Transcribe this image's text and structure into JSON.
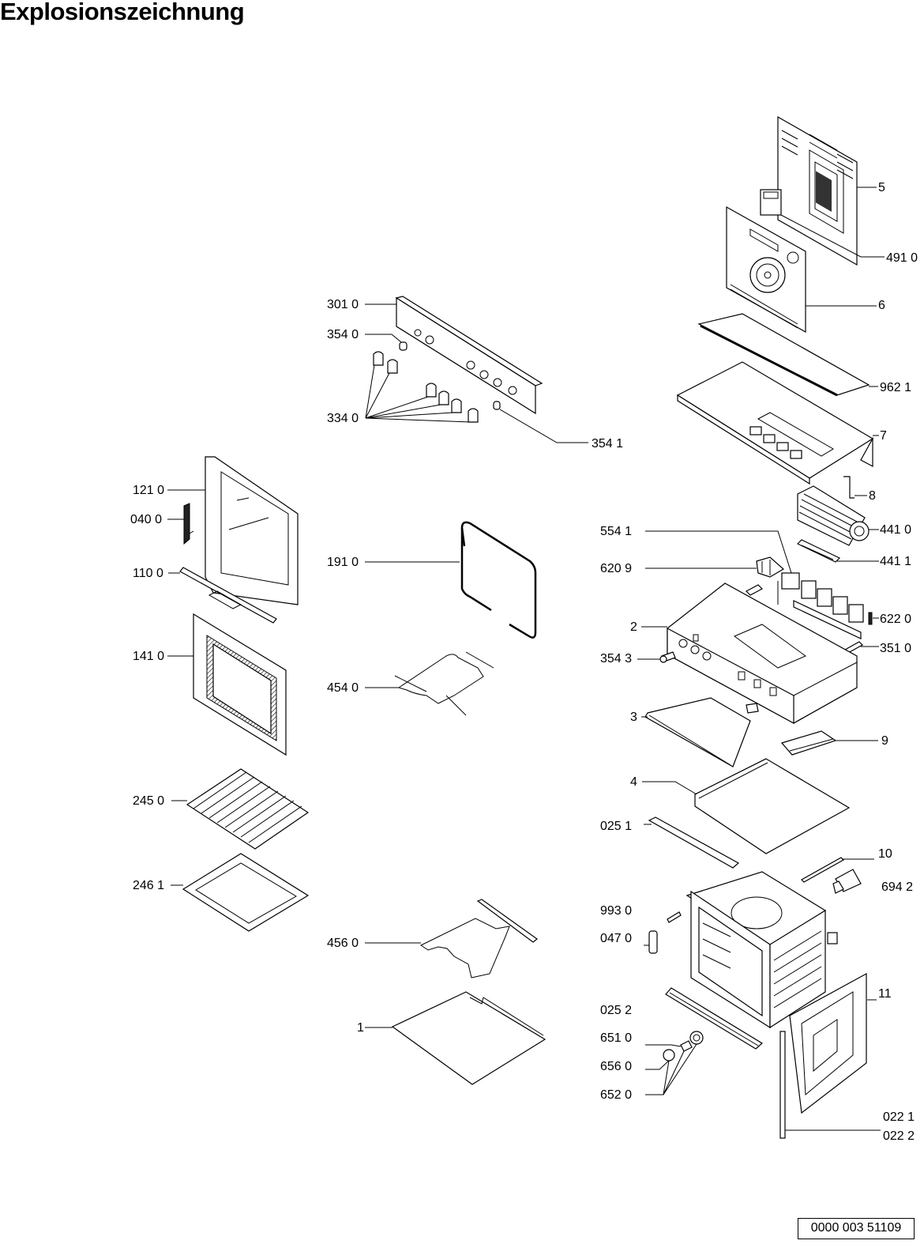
{
  "title": "Explosionszeichnung",
  "document_number": "0000 003 51109",
  "labels": {
    "p3010": "301 0",
    "p3540": "354 0",
    "p3340": "334 0",
    "p3541": "354 1",
    "p1210": "121 0",
    "p0400": "040 0",
    "p1100": "110 0",
    "p1410": "141 0",
    "p2450": "245 0",
    "p2461": "246 1",
    "p1910": "191 0",
    "p4540": "454 0",
    "p4560": "456 0",
    "p1": "1",
    "p5": "5",
    "p4910": "491 0",
    "p6": "6",
    "p9621": "962 1",
    "p7": "7",
    "p8": "8",
    "p4410": "441 0",
    "p4411": "441 1",
    "p5541": "554 1",
    "p6209": "620 9",
    "p6220": "622 0",
    "p2": "2",
    "p3510": "351 0",
    "p3543": "354 3",
    "p3": "3",
    "p9": "9",
    "p4": "4",
    "p0251": "025 1",
    "p10": "10",
    "p6942": "694 2",
    "p9930": "993 0",
    "p0470": "047 0",
    "p0252": "025 2",
    "p11": "11",
    "p6510": "651 0",
    "p6560": "656 0",
    "p6520": "652 0",
    "p0221": "022 1",
    "p0222": "022 2"
  }
}
